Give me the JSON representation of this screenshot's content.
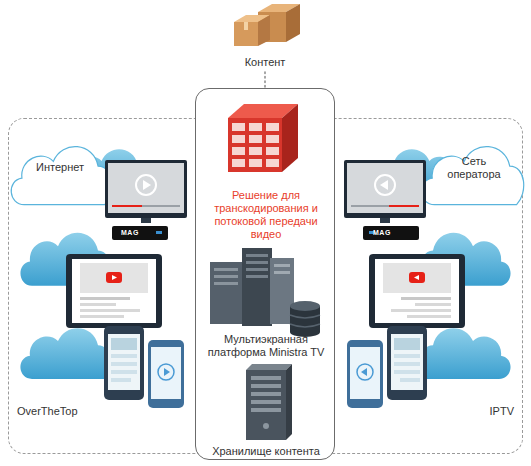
{
  "diagram": {
    "nodes": [
      {
        "text": [
          "Контент"
        ]
      },
      {
        "text": [
          "OverTheTop",
          "IPTV"
        ]
      },
      {
        "text": [
          "Решение для транскодирования и потоковой передачи видео",
          "Мультиэкранная платформа Ministra TV",
          "Хранилище контента"
        ]
      },
      {
        "text": [
          "Интернет"
        ],
        "in": 1
      },
      {
        "text": [
          "Сеть оператора"
        ],
        "in": 1
      }
    ],
    "edges": [
      {
        "from": 0,
        "to": 2,
        "arrow": "none"
      }
    ],
    "labels": [
      "MAG",
      "MAG"
    ]
  }
}
